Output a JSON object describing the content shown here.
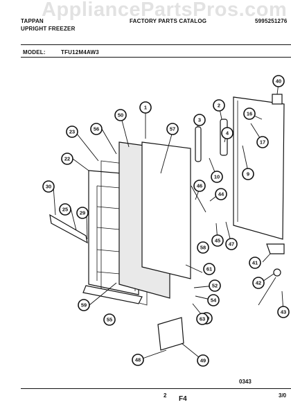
{
  "watermark": "AppliancePartsPros.com",
  "header": {
    "brand": "TAPPAN",
    "product": "UPRIGHT FREEZER",
    "catalog": "FACTORY PARTS CATALOG",
    "doc_number": "5995251276"
  },
  "model": {
    "label": "MODEL:",
    "value": "TFU12M4AW3"
  },
  "callouts": [
    "1",
    "2",
    "3",
    "4",
    "9",
    "10",
    "16",
    "17",
    "22",
    "23",
    "25",
    "29",
    "30",
    "40",
    "41",
    "42",
    "43",
    "44",
    "45",
    "46",
    "47",
    "48",
    "49",
    "50",
    "52",
    "54",
    "55",
    "56",
    "57",
    "58",
    "59",
    "60",
    "61",
    "63"
  ],
  "footer": {
    "code": "0343",
    "page_left": "2",
    "page_label": "F4",
    "page_right": "3/0"
  }
}
